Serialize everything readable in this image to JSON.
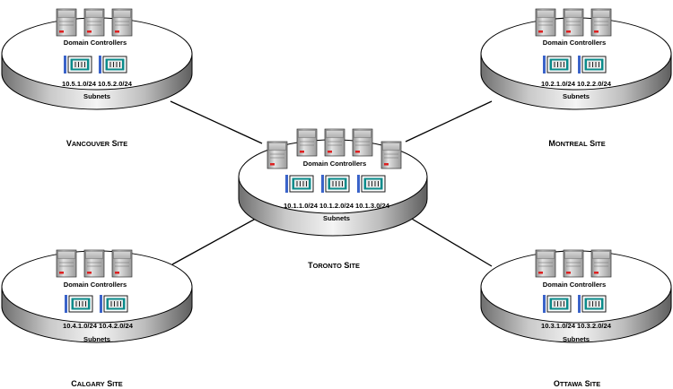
{
  "diagram": {
    "sites": [
      {
        "id": "vancouver",
        "site_name": {
          "cap1": "V",
          "rest1": "ANCOUVER",
          "cap2": "S",
          "rest2": "ITE"
        },
        "dc_label": "Domain Controllers",
        "subnets_label": "Subnets",
        "subnets": [
          "10.5.1.0/24",
          "10.5.2.0/24"
        ]
      },
      {
        "id": "montreal",
        "site_name": {
          "cap1": "M",
          "rest1": "ONTREAL",
          "cap2": "S",
          "rest2": "ITE"
        },
        "dc_label": "Domain Controllers",
        "subnets_label": "Subnets",
        "subnets": [
          "10.2.1.0/24",
          "10.2.2.0/24"
        ]
      },
      {
        "id": "toronto",
        "site_name": {
          "cap1": "T",
          "rest1": "ORONTO",
          "cap2": "S",
          "rest2": "ITE"
        },
        "dc_label": "Domain Controllers",
        "subnets_label": "Subnets",
        "subnets": [
          "10.1.1.0/24",
          "10.1.2.0/24",
          "10.1.3.0/24"
        ]
      },
      {
        "id": "calgary",
        "site_name": {
          "cap1": "C",
          "rest1": "ALGARY",
          "cap2": "S",
          "rest2": "ITE"
        },
        "dc_label": "Domain Controllers",
        "subnets_label": "Subnets",
        "subnets": [
          "10.4.1.0/24",
          "10.4.2.0/24"
        ]
      },
      {
        "id": "ottawa",
        "site_name": {
          "cap1": "O",
          "rest1": "TTAWA",
          "cap2": "S",
          "rest2": "ITE"
        },
        "dc_label": "Domain Controllers",
        "subnets_label": "Subnets",
        "subnets": [
          "10.3.1.0/24",
          "10.3.2.0/24"
        ]
      }
    ],
    "links": [
      {
        "from": "vancouver",
        "to": "toronto"
      },
      {
        "from": "montreal",
        "to": "toronto"
      },
      {
        "from": "calgary",
        "to": "toronto"
      },
      {
        "from": "ottawa",
        "to": "toronto"
      }
    ],
    "icons": {
      "server": "server-icon",
      "subnet": "subnet-icon"
    }
  }
}
